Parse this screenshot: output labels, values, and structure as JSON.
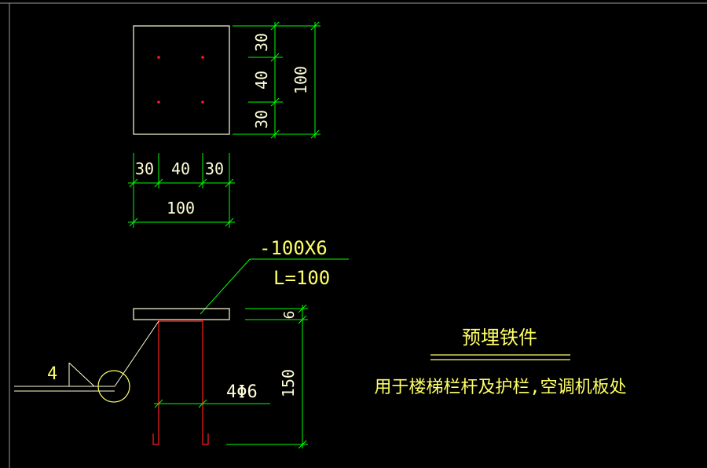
{
  "colors": {
    "background": "#000000",
    "outline": "#ffffd8",
    "dimension": "#00ff00",
    "text_yellow": "#ffff66",
    "rebar": "#ff2020",
    "grid": "#9a9a9a",
    "leader": "#00ff00"
  },
  "plan": {
    "dims_vertical": [
      "30",
      "40",
      "30"
    ],
    "total_vertical": "100",
    "dims_horizontal": [
      "30",
      "40",
      "30"
    ],
    "total_horizontal": "100"
  },
  "section": {
    "plate_label": "-100X6",
    "plate_length": "L=100",
    "thickness": "6",
    "height": "150",
    "rebar_label": "4Φ6",
    "weld_size": "4"
  },
  "title": {
    "name": "预埋铁件",
    "usage": "用于楼梯栏杆及护栏,空调机板处"
  }
}
